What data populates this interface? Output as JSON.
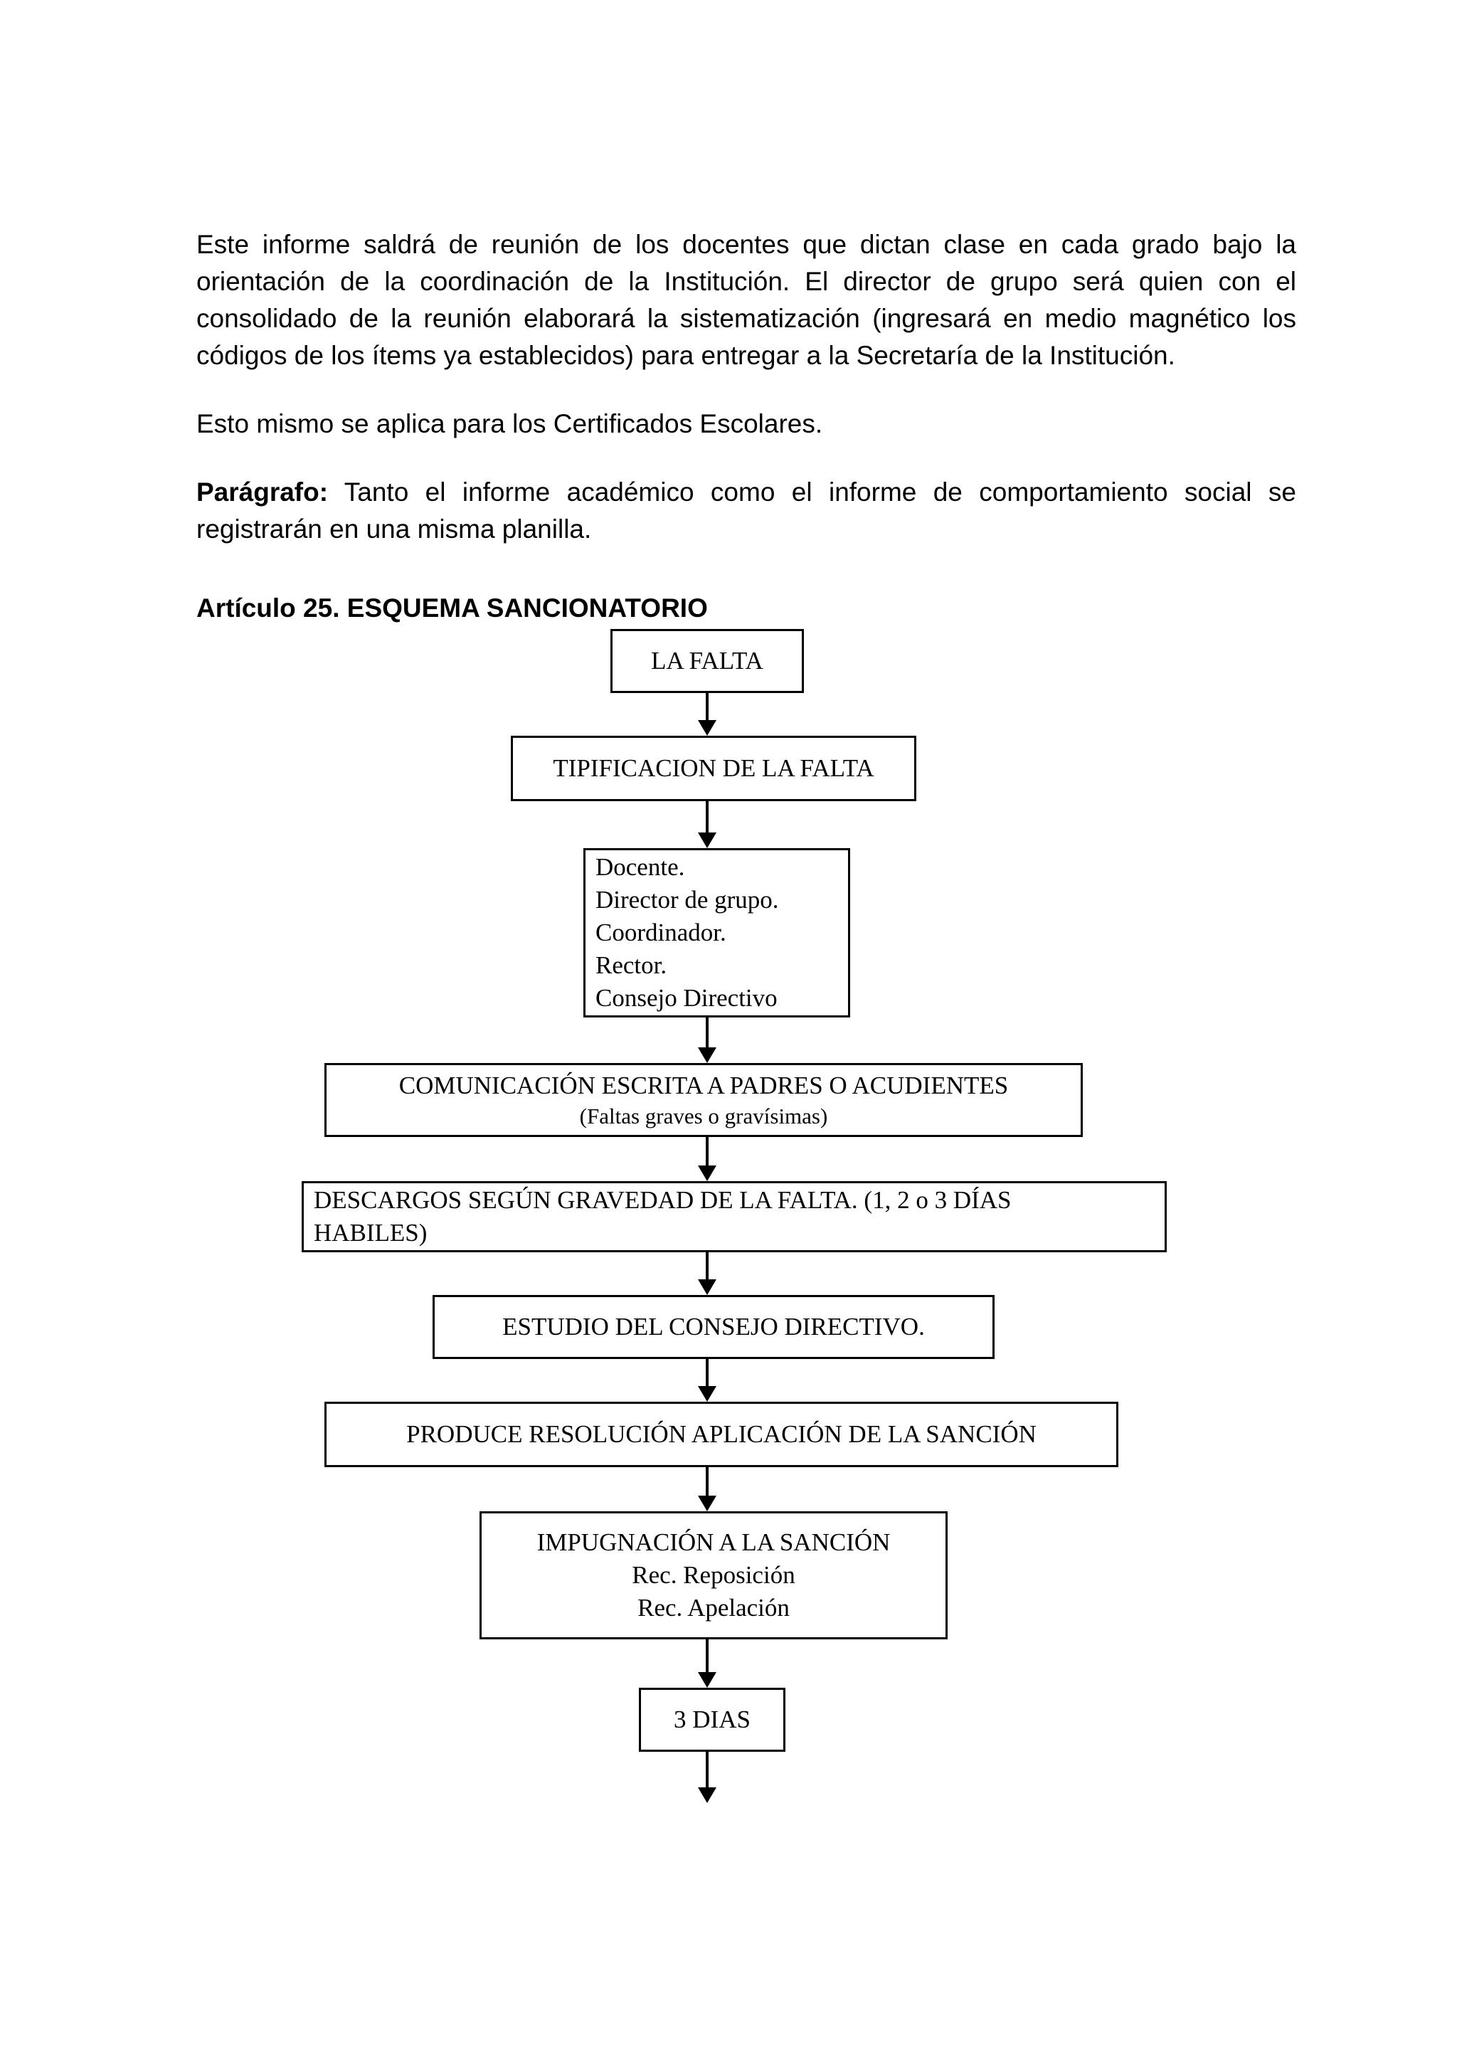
{
  "document": {
    "paragraphs": [
      {
        "id": "p1",
        "text": "Este informe saldrá de reunión de los docentes que dictan clase en cada grado bajo la orientación de la coordinación de la Institución.   El director de grupo será quien con el consolidado de la reunión elaborará la sistematización (ingresará en medio magnético los códigos de los ítems ya establecidos)  para entregar a la Secretaría de la Institución."
      },
      {
        "id": "p2",
        "text": "Esto mismo se aplica para los Certificados Escolares."
      },
      {
        "id": "p3",
        "lead": "Parágrafo:",
        "text": " Tanto el informe académico como el informe de comportamiento social se registrarán en una misma planilla."
      }
    ],
    "article_heading": "Artículo 25.  ESQUEMA SANCIONATORIO"
  },
  "flowchart": {
    "title": "ESQUEMA SANCIONATORIO",
    "nodes": [
      {
        "id": "n1",
        "name": "la-falta",
        "lines": [
          "LA FALTA"
        ],
        "align": "center"
      },
      {
        "id": "n2",
        "name": "tipificacion-de-la-falta",
        "lines": [
          "TIPIFICACION DE LA FALTA"
        ],
        "align": "center"
      },
      {
        "id": "n3",
        "name": "responsables",
        "lines": [
          "Docente.",
          "Director de grupo.",
          "Coordinador.",
          "Rector.",
          "Consejo Directivo"
        ],
        "align": "left"
      },
      {
        "id": "n4",
        "name": "comunicacion-escrita",
        "lines": [
          "COMUNICACIÓN ESCRITA A PADRES O ACUDIENTES",
          "(Faltas graves o gravísimas)"
        ],
        "align": "center"
      },
      {
        "id": "n5",
        "name": "descargos",
        "lines": [
          "DESCARGOS SEGÚN GRAVEDAD DE LA FALTA.  (1, 2  o  3  DÍAS",
          "HABILES)"
        ],
        "align": "left"
      },
      {
        "id": "n6",
        "name": "estudio-consejo-directivo",
        "lines": [
          "ESTUDIO DEL CONSEJO DIRECTIVO."
        ],
        "align": "center"
      },
      {
        "id": "n7",
        "name": "produce-resolucion",
        "lines": [
          "PRODUCE RESOLUCIÓN APLICACIÓN DE LA SANCIÓN"
        ],
        "align": "center"
      },
      {
        "id": "n8",
        "name": "impugnacion",
        "lines": [
          "IMPUGNACIÓN A LA SANCIÓN",
          "Rec. Reposición",
          "Rec. Apelación"
        ],
        "align": "center"
      },
      {
        "id": "n9",
        "name": "tres-dias",
        "lines": [
          "3  DIAS"
        ],
        "align": "center"
      }
    ],
    "connectors": [
      {
        "from": "n1",
        "to": "n2"
      },
      {
        "from": "n2",
        "to": "n3"
      },
      {
        "from": "n3",
        "to": "n4"
      },
      {
        "from": "n4",
        "to": "n5"
      },
      {
        "from": "n5",
        "to": "n6"
      },
      {
        "from": "n6",
        "to": "n7"
      },
      {
        "from": "n7",
        "to": "n8"
      },
      {
        "from": "n8",
        "to": "n9"
      },
      {
        "from": "n9",
        "to": null
      }
    ],
    "colors": {
      "border": "#000000",
      "text": "#000000",
      "background": "#ffffff"
    }
  }
}
